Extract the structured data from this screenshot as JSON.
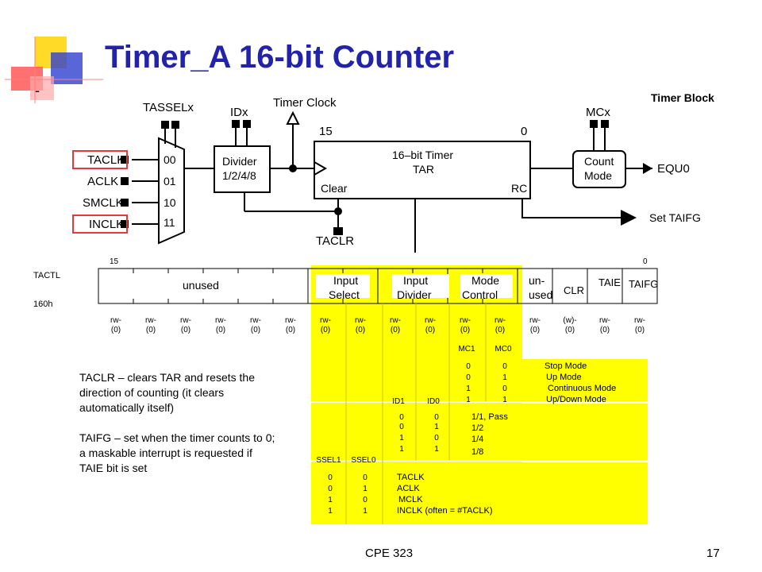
{
  "title": "Timer_A 16-bit Counter",
  "bullet": "-",
  "block_diagram": {
    "heading": "Timer Block",
    "tasselx_label": "TASSELx",
    "idx_label": "IDx",
    "timer_clock_label": "Timer Clock",
    "mcx_label": "MCx",
    "inputs": [
      "TACLK",
      "ACLK",
      "SMCLK",
      "INCLK"
    ],
    "mux_codes": [
      "00",
      "01",
      "10",
      "11"
    ],
    "divider_line1": "Divider",
    "divider_line2": "1/2/4/8",
    "timer_bit_high": "15",
    "timer_bit_low": "0",
    "timer_line1": "16–bit Timer",
    "timer_line2": "TAR",
    "timer_clear": "Clear",
    "timer_rc": "RC",
    "count_line1": "Count",
    "count_line2": "Mode",
    "equ0_label": "EQU0",
    "set_taifg_label": "Set TAIFG",
    "taclr_label": "TACLR",
    "highlight_color": "#ffff00",
    "box_highlight_color": "#e8383d"
  },
  "register": {
    "name": "TACTL",
    "address": "160h",
    "bit_high": "15",
    "bit_low": "0",
    "unused_label": "unused",
    "field_input_select": [
      "Input",
      "Select"
    ],
    "field_input_divider": [
      "Input",
      "Divider"
    ],
    "field_mode_control": [
      "Mode",
      "Control"
    ],
    "field_unused2": [
      "un-",
      "used"
    ],
    "field_clr": "CLR",
    "field_taie": "TAIE",
    "field_taifg": "TAIFG",
    "access_top": [
      "rw-",
      "rw-",
      "rw-",
      "rw-",
      "rw-",
      "rw-",
      "rw-",
      "rw-",
      "rw-",
      "rw-",
      "rw-",
      "rw-",
      "rw-",
      "(w)-",
      "rw-",
      "rw-"
    ],
    "access_bottom": [
      "(0)",
      "(0)",
      "(0)",
      "(0)",
      "(0)",
      "(0)",
      "(0)",
      "(0)",
      "(0)",
      "(0)",
      "(0)",
      "(0)",
      "(0)",
      "(0)",
      "(0)",
      "(0)"
    ]
  },
  "mode_table": {
    "headers": [
      "MC1",
      "MC0"
    ],
    "col1": [
      "0",
      "0",
      "1",
      "1"
    ],
    "col2": [
      "0",
      "1",
      "0",
      "1"
    ],
    "descriptions": [
      "Stop Mode",
      "Up Mode",
      "Continuous Mode",
      "Up/Down Mode"
    ]
  },
  "divider_table": {
    "headers": [
      "ID1",
      "ID0"
    ],
    "col1": [
      "0",
      "0",
      "1",
      "1"
    ],
    "col2": [
      "0",
      "1",
      "0",
      "1"
    ],
    "descriptions": [
      "1/1, Pass",
      "1/2",
      "1/4",
      "1/8"
    ]
  },
  "select_table": {
    "headers": [
      "SSEL1",
      "SSEL0"
    ],
    "col1": [
      "0",
      "0",
      "1",
      "1"
    ],
    "col2": [
      "0",
      "1",
      "0",
      "1"
    ],
    "descriptions": [
      "TACLK",
      "ACLK",
      "MCLK",
      "INCLK  (often = #TACLK)"
    ]
  },
  "notes": {
    "taclr": "TACLR – clears TAR and resets the direction of counting (it clears automatically itself)",
    "taifg": "TAIFG – set when the timer counts to 0; a maskable interrupt is requested if TAIE bit is set"
  },
  "footer": {
    "course": "CPE 323",
    "page": "17"
  }
}
